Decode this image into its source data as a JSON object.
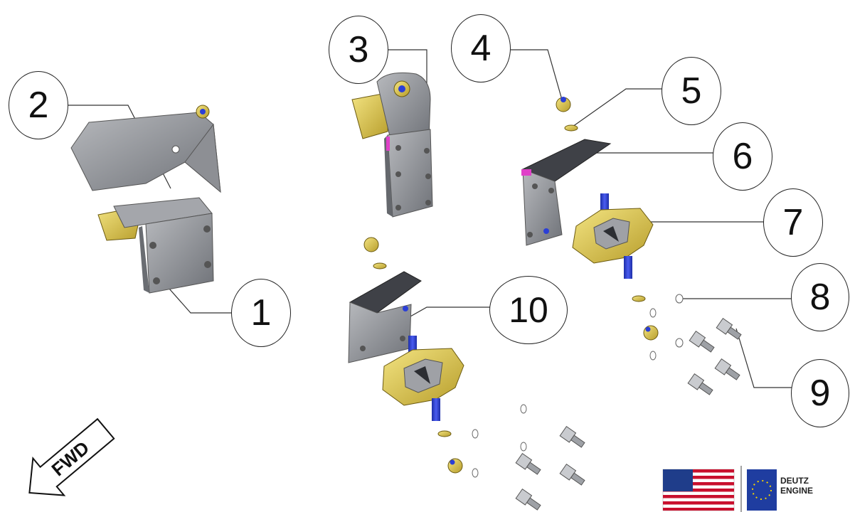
{
  "callouts": [
    {
      "id": "1",
      "label": "1"
    },
    {
      "id": "2",
      "label": "2"
    },
    {
      "id": "3",
      "label": "3"
    },
    {
      "id": "4",
      "label": "4"
    },
    {
      "id": "5",
      "label": "5"
    },
    {
      "id": "6",
      "label": "6"
    },
    {
      "id": "7",
      "label": "7"
    },
    {
      "id": "8",
      "label": "8"
    },
    {
      "id": "9",
      "label": "9"
    },
    {
      "id": "10",
      "label": "10"
    }
  ],
  "direction_arrow": {
    "label": "FWD"
  },
  "branding": {
    "line1": "DEUTZ",
    "line2": "ENGINE"
  },
  "colors": {
    "bracket_gray": "#8a8d93",
    "mount_yellow": "#e2cf5a",
    "stud_blue": "#2b3fd6",
    "accent_magenta": "#e040c8",
    "nut_gold": "#d9b23a"
  },
  "flags": [
    "us-flag-icon",
    "eu-flag-icon"
  ]
}
